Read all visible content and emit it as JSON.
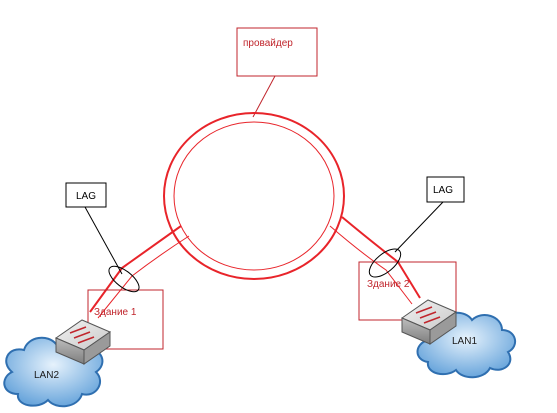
{
  "provider": {
    "label": "провайдер"
  },
  "lag_left": {
    "label": "LAG"
  },
  "lag_right": {
    "label": "LAG"
  },
  "building1": {
    "label": "Здание 1"
  },
  "building2": {
    "label": "Здание 2"
  },
  "lan1": {
    "label": "LAN1"
  },
  "lan2": {
    "label": "LAN2"
  },
  "colors": {
    "fiber": "#e8242a",
    "label_red": "#c0252c",
    "box_border": "#c0252c",
    "cloud_fill": "#9ec5e8",
    "cloud_stroke": "#2f6fb0",
    "line": "#000000"
  }
}
